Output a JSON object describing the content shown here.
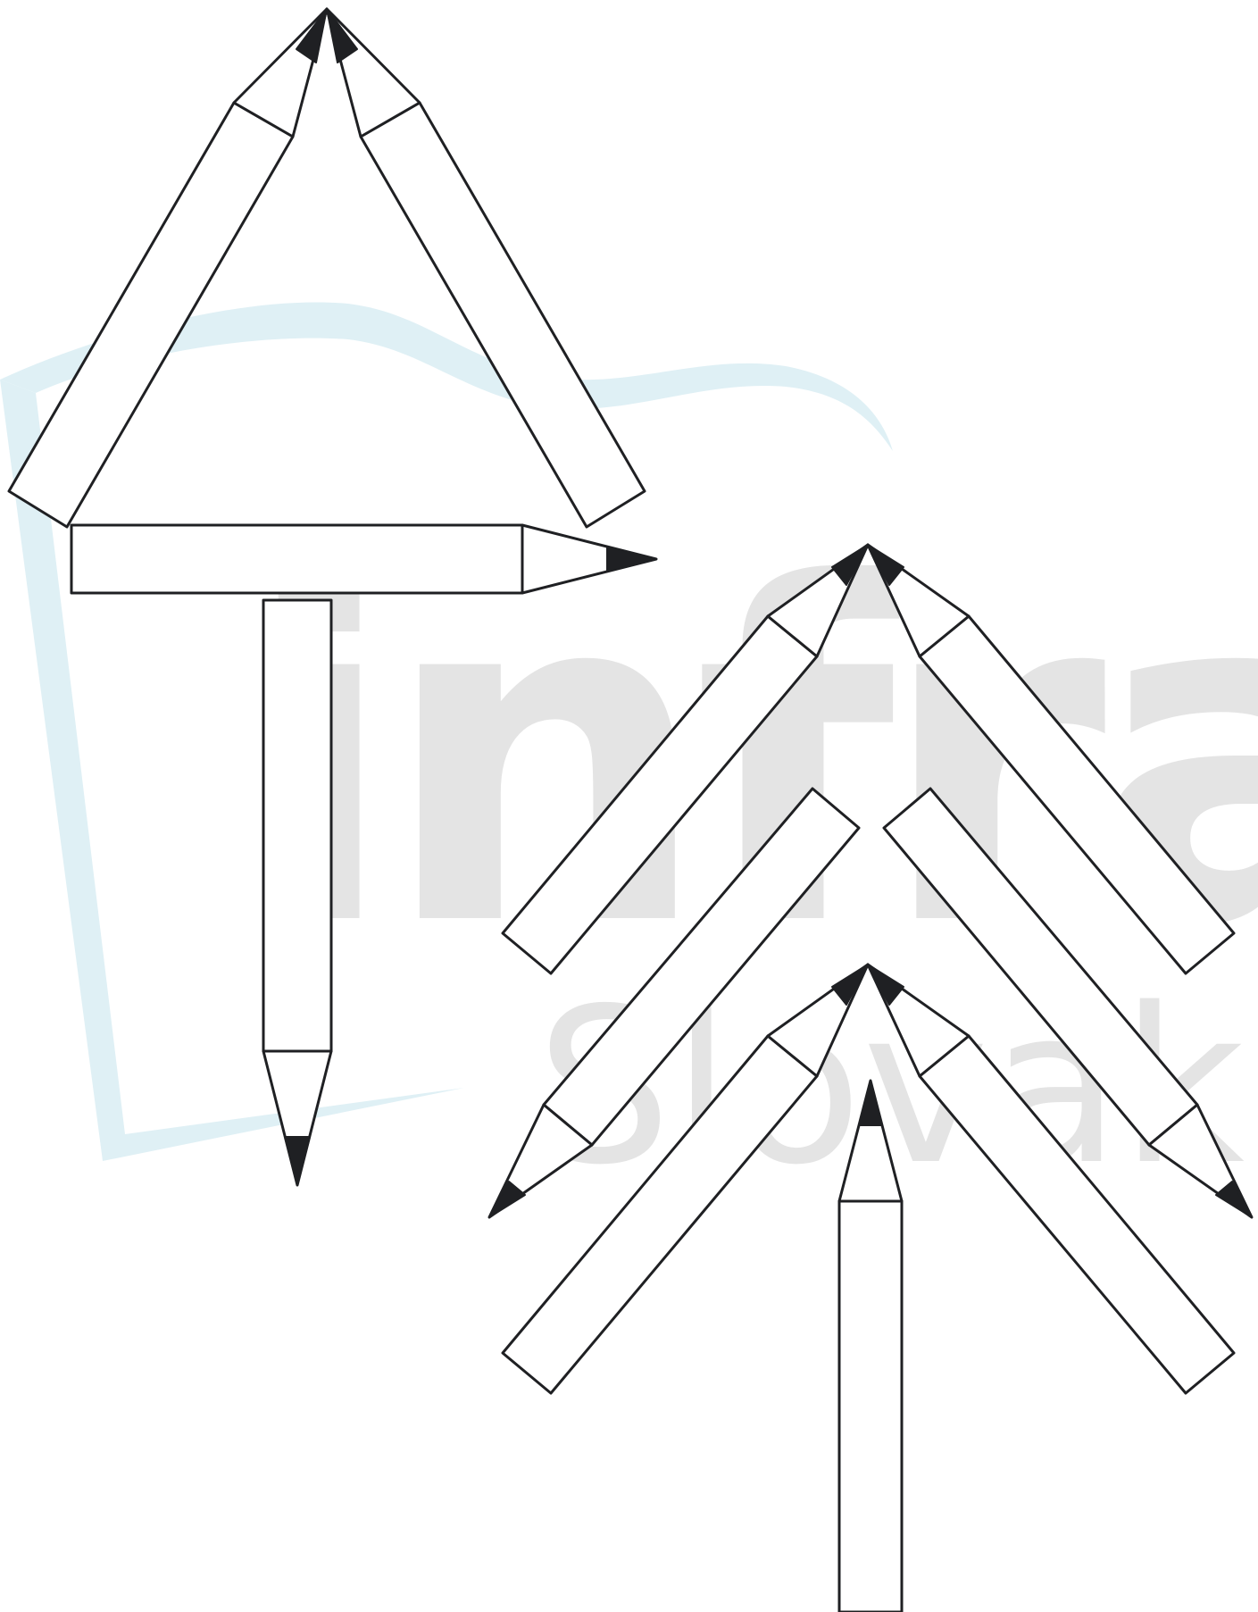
{
  "watermark": {
    "brand_main": "infra",
    "brand_sub": "Slovakia",
    "colors": {
      "cyan": "#dff0f5",
      "gray": "#e4e4e4"
    }
  },
  "figures": [
    {
      "name": "triangle-tree-figure",
      "pencil_count": 4
    },
    {
      "name": "fir-tree-figure",
      "pencil_count": 7
    }
  ],
  "colors": {
    "outline": "#1f2023",
    "pencil_fill": "#ffffff",
    "lead": "#1f2023",
    "background": "#ffffff"
  }
}
